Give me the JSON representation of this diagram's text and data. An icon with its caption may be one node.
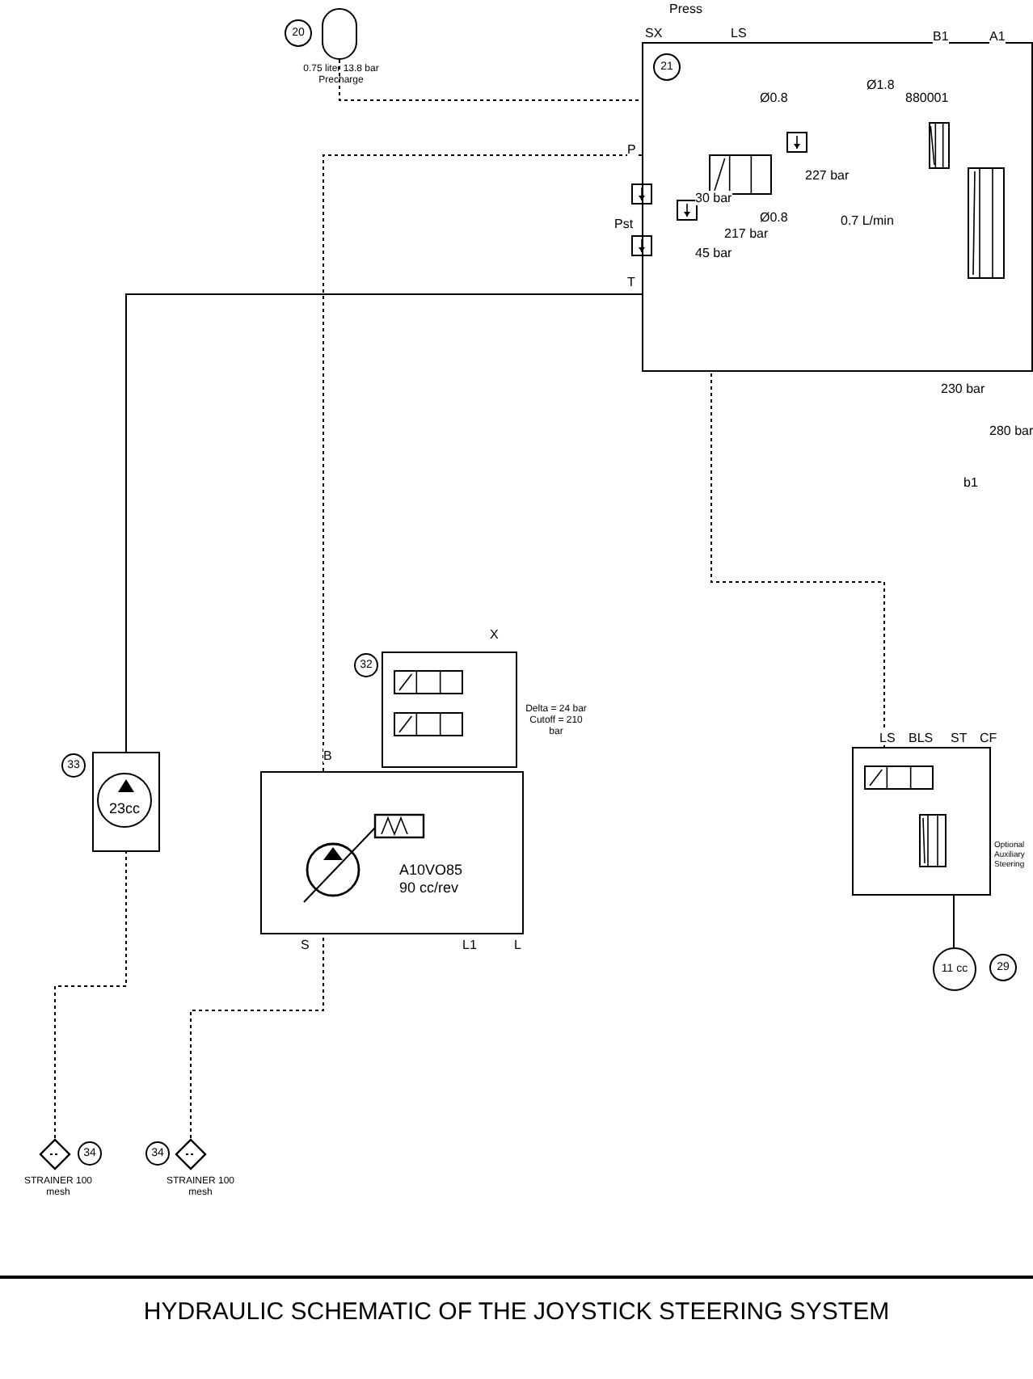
{
  "diagram": {
    "title": "HYDRAULIC SCHEMATIC OF THE JOYSTICK STEERING SYSTEM",
    "nodes": [
      {
        "text": [
          "20"
        ]
      },
      {
        "text": [],
        "shape": "cylinder",
        "beside": [
          "0.75 liter 13.8 bar Precharge"
        ]
      },
      {
        "text": [],
        "shape": "box"
      },
      {
        "text": [
          "21"
        ],
        "in": 2
      },
      {
        "text": [
          "23cc"
        ]
      },
      {
        "text": [
          "33"
        ]
      },
      {
        "text": [
          "A10VO85 90 cc/rev"
        ]
      },
      {
        "text": [],
        "shape": "box",
        "beside": [
          "Delta = 24 bar Cutoff = 210 bar"
        ]
      },
      {
        "text": [
          "32"
        ]
      },
      {
        "text": [],
        "shape": "box"
      },
      {
        "text": [
          "11 cc"
        ]
      },
      {
        "text": [
          "29"
        ]
      },
      {
        "text": [],
        "shape": "diamond",
        "beside": [
          "STRAINER 100 mesh"
        ]
      },
      {
        "text": [
          "34"
        ]
      },
      {
        "text": [
          "34"
        ]
      },
      {
        "text": [],
        "shape": "diamond",
        "beside": [
          "STRAINER 100 mesh"
        ]
      }
    ],
    "edges": [
      {
        "from": 1,
        "to": 2,
        "arrow": "none",
        "style": "dashed"
      },
      {
        "from": 6,
        "to": 2,
        "arrow": "none",
        "style": "dashed"
      },
      {
        "from": 15,
        "to": 6,
        "arrow": "none",
        "style": "dashed"
      },
      {
        "from": 12,
        "to": 4,
        "arrow": "none",
        "style": "dashed"
      },
      {
        "from": 10,
        "to": 9,
        "arrow": "none"
      },
      {
        "from": 9,
        "to": 2,
        "arrow": "none",
        "style": "dashed"
      },
      {
        "from": 4,
        "to": 2,
        "arrow": "none"
      }
    ],
    "labels": [
      "Press",
      "SX",
      "LS",
      "B1",
      "A1",
      "P",
      "Pst",
      "T",
      "30 bar",
      "45 bar",
      "217 bar",
      "227 bar",
      "Ø0.8",
      "Ø0.8",
      "Ø1.8",
      "0.7 L/min",
      "880001",
      "230 bar",
      "280 bar",
      "b1",
      "X",
      "B",
      "S",
      "L1",
      "L",
      "LS",
      "BLS",
      "ST",
      "CF",
      "Optional Auxiliary Steering"
    ]
  }
}
